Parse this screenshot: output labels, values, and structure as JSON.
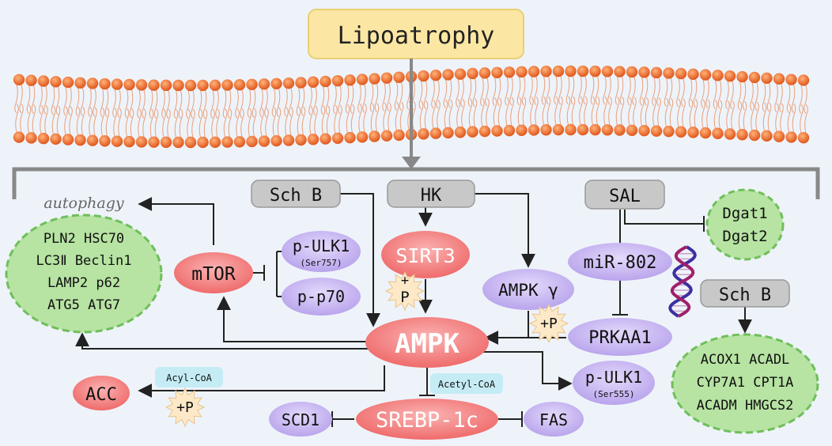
{
  "title": "Lipoatrophy",
  "autophagy_label": "autophagy",
  "autophagy_genes": [
    "PLN2 HSC70",
    "LC3Ⅱ Beclin1",
    "LAMP2 p62",
    "ATG5 ATG7"
  ],
  "nodes": {
    "sch_b_top": "Sch B",
    "hk": "HK",
    "sal": "SAL",
    "sirt3": "SIRT3",
    "mtor": "mTOR",
    "p_ulk1_ser757": "p-ULK1",
    "ser757": "(Ser757)",
    "p_p70": "p-p70",
    "ampk_gamma": "AMPK γ",
    "mir802": "miR-802",
    "prkaa1": "PRKAA1",
    "ampk": "AMPK",
    "acc": "ACC",
    "p_ulk1_ser555": "p-ULK1",
    "ser555": "(Ser555)",
    "scd1": "SCD1",
    "srebp1c": "SREBP-1c",
    "fas": "FAS",
    "sch_b_right": "Sch B"
  },
  "dgat": [
    "Dgat1",
    "Dgat2"
  ],
  "lipid_genes": [
    "ACOX1 ACADL",
    "CYP7A1 CPT1A",
    "ACADM HMGCS2"
  ],
  "labels": {
    "acyl_coa": "Acyl-CoA",
    "acetyl_coa": "Acetyl-CoA",
    "plus_p": "+P",
    "plus": "+",
    "p": "P"
  },
  "colors": {
    "title_fill": "#fbe7a3",
    "green_fill": "#b7e3a3",
    "green_border": "#6fbf5a",
    "red_node": "#f07a7a",
    "purple_node": "#c9b8f0",
    "gray_box": "#c8c8c8",
    "cyan_label": "#c5ecf5",
    "membrane_head": "#e8661e"
  }
}
